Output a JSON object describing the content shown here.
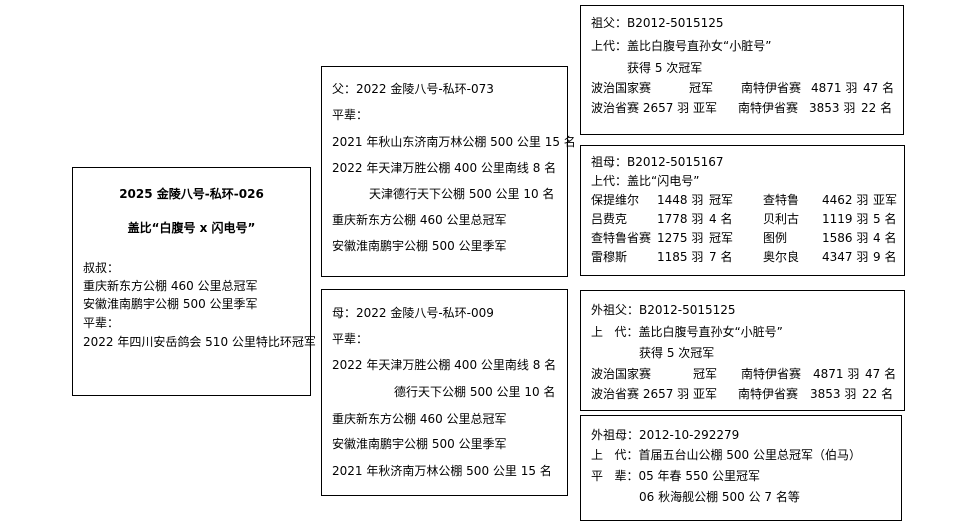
{
  "subject": {
    "ring": "2025 金陵八号-私环-026",
    "lineage": "盖比“白腹号 x 闪电号”",
    "uncle_label": "叔叔：",
    "uncle_results": [
      "重庆新东方公棚 460 公里总冠军",
      "安徽淮南鹏宇公棚 500 公里季军"
    ],
    "sibling_label": "平辈：",
    "sibling_results": [
      "2022 年四川安岳鸽会 510 公里特比环冠军"
    ]
  },
  "father": {
    "title": "父：2022 金陵八号-私环-073",
    "sibling_label": "平辈：",
    "results": [
      "2021 年秋山东济南万林公棚 500 公里 15 名",
      "2022 年天津万胜公棚 400 公里南线  8 名",
      "天津德行天下公棚 500 公里 10 名",
      "重庆新东方公棚 460 公里总冠军",
      "安徽淮南鹏宇公棚 500 公里季军"
    ]
  },
  "mother": {
    "title": "母：2022 金陵八号-私环-009",
    "sibling_label": "平辈：",
    "results": [
      "2022 年天津万胜公棚 400 公里南线  8 名",
      "德行天下公棚 500 公里 10 名",
      "重庆新东方公棚 460 公里总冠军",
      "安徽淮南鹏宇公棚 500 公里季军",
      "2021 年秋济南万林公棚 500 公里 15 名"
    ]
  },
  "paternal_grandfather": {
    "title": "祖父：B2012-5015125",
    "ancestry": "上代：盖比白腹号直孙女“小脏号”",
    "ancestry2": "获得 5 次冠军",
    "rows": [
      [
        "波治国家赛",
        "冠军",
        "南特伊省赛",
        "4871 羽",
        "47 名"
      ],
      [
        "波治省赛 2657 羽 亚军",
        "",
        "南特伊省赛",
        "3853 羽",
        "22 名"
      ]
    ]
  },
  "paternal_grandmother": {
    "title": "祖母：B2012-5015167",
    "ancestry": "上代：盖比“闪电号”",
    "rows": [
      [
        "保提维尔",
        "1448 羽",
        "冠军",
        "查特鲁",
        "4462 羽",
        "亚军"
      ],
      [
        "吕费克",
        "1778 羽",
        "4 名",
        "贝利古",
        "1119 羽",
        "5 名"
      ],
      [
        "查特鲁省赛",
        "1275 羽",
        "冠军",
        "图例",
        "1586 羽",
        "4 名"
      ],
      [
        "雷穆斯",
        "1185 羽",
        "7 名",
        "奥尔良",
        "4347 羽",
        "9 名"
      ]
    ]
  },
  "maternal_grandfather": {
    "title": "外祖父：B2012-5015125",
    "ancestry": "上   代：盖比白腹号直孙女“小脏号”",
    "ancestry2": "获得 5 次冠军",
    "rows": [
      [
        "波治国家赛",
        "冠军",
        "南特伊省赛",
        "4871 羽",
        "47 名"
      ],
      [
        "波治省赛 2657 羽 亚军",
        "",
        "南特伊省赛",
        "3853 羽",
        "22 名"
      ]
    ]
  },
  "maternal_grandmother": {
    "title": "外祖母：2012-10-292279",
    "ancestry": "上   代：首届五台山公棚 500 公里总冠军（伯马）",
    "siblings": "平   辈：05 年春 550 公里冠军",
    "siblings2": "06 秋海舰公棚 500 公 7 名等"
  }
}
